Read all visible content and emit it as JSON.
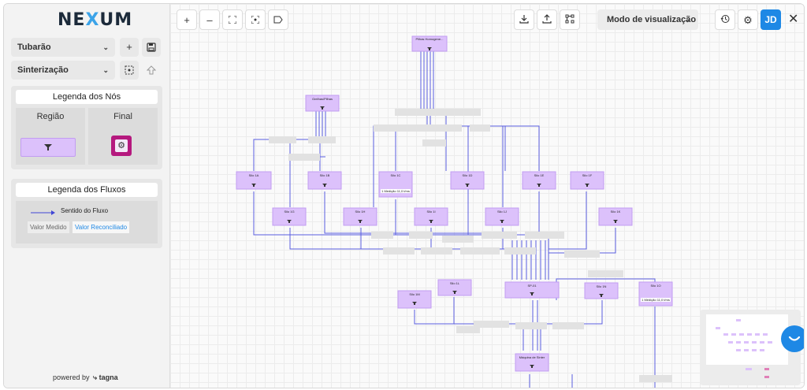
{
  "app": {
    "logo_left": "NE",
    "logo_x": "X",
    "logo_right": "UM"
  },
  "sidebar": {
    "unit_select": "Tubarão",
    "area_select": "Sinterização",
    "add_icon": "plus-icon",
    "save_icon": "save-icon",
    "focus_icon": "focus-icon",
    "upload_icon": "upload-icon",
    "node_legend": {
      "title": "Legenda dos Nós",
      "col_region": "Região",
      "col_final": "Final"
    },
    "flow_legend": {
      "title": "Legenda dos Fluxos",
      "direction_label": "Sentido do Fluxo",
      "measured_label": "Valor Medido",
      "reconciled_label": "Valor Reconciliado"
    },
    "powered_by": "powered by",
    "brand": "tagna"
  },
  "toolbar": {
    "mode_select": "Modo de visualização",
    "avatar_initials": "JD"
  },
  "diagram": {
    "node_top": "Pilhas Homogene...",
    "node_left_top": "Grelhas/Pilhas",
    "node_silo_a": "Silo 1A",
    "node_silo_b": "Silo 1B",
    "node_silo_c": "Silo 1C",
    "node_silo_d": "Silo 1D",
    "node_silo_e": "Silo 1E",
    "node_silo_f": "Silo 1F",
    "node_silo_g": "Silo 1G",
    "node_silo_h": "Silo 1H",
    "node_silo_i": "Silo 1I",
    "node_silo_j": "Silo 1J",
    "node_silo_k": "Silo 1K",
    "node_mixer": "SP-01",
    "node_silo_l": "Silo 1L",
    "node_silo_m": "Silo 1M",
    "node_silo_n": "Silo 1N",
    "node_silo_o": "Silo 1O",
    "node_final": "Máquina de Sinter",
    "badge_a": "1 Medição 11,0 t/ms",
    "badge_b": "1 Medição 11,0 t/ms"
  },
  "colors": {
    "node_fill": "#dcc1fb",
    "node_border": "#c29df2",
    "edge": "#5a5ee0",
    "final_node": "#b5197e",
    "accent": "#1e88e5",
    "reconciled_text": "#1e88e5"
  }
}
